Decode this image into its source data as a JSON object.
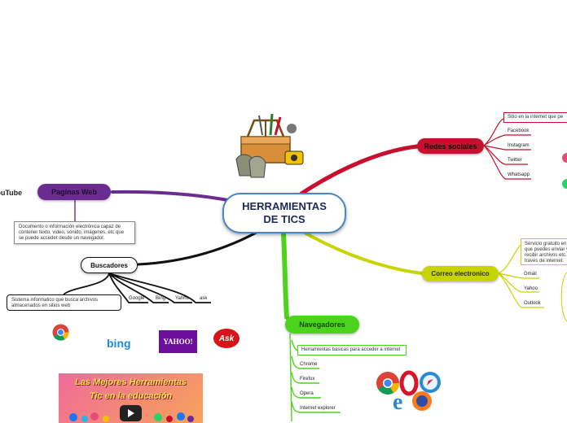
{
  "central": {
    "line1": "HERRAMIENTAS",
    "line2": "DE TICS"
  },
  "topics": {
    "redes": {
      "label": "Redes sociales",
      "color": "#c8102e"
    },
    "paginas": {
      "label": "Paginas Web",
      "color": "#6a2c91"
    },
    "buscadores": {
      "label": "Buscadores",
      "color": "#111111"
    },
    "correo": {
      "label": "Correo electronico",
      "color": "#c8d400"
    },
    "navegadores": {
      "label": "Navegadores",
      "color": "#4cd31c"
    }
  },
  "redes_items": [
    "Sitio en la internet que pe",
    "Facebook",
    "Instagram",
    "Twitter",
    "Whatsapp"
  ],
  "paginas_note": "Documento o información electrónica capaz de contener texto, video, sonido, imágenes, etc que se puede acceder desde un navegador.",
  "buscadores_note": "Sistema informatico que busca archivos almacenados en sitios web",
  "buscadores_items": [
    "Google",
    "Bing",
    "Yahho",
    "ask"
  ],
  "correo_note": "Servicio gratuito en el que puedes enviar y recibir archivos etc. a través de internet.",
  "correo_items": [
    "Gmail",
    "Yahoo",
    "Outlook"
  ],
  "navegadores_items": [
    "Herramientas basicas para acceder a internet",
    "Chrome",
    "Firefox",
    "Opera",
    "Internet explorer"
  ],
  "logos": {
    "youtube": "YouTube",
    "bing": "bing",
    "yahoo": "YAHOO!",
    "ask": "Ask"
  },
  "banner": {
    "line1": "Las Mejores Herramientas",
    "line2": "Tic en la educación"
  }
}
